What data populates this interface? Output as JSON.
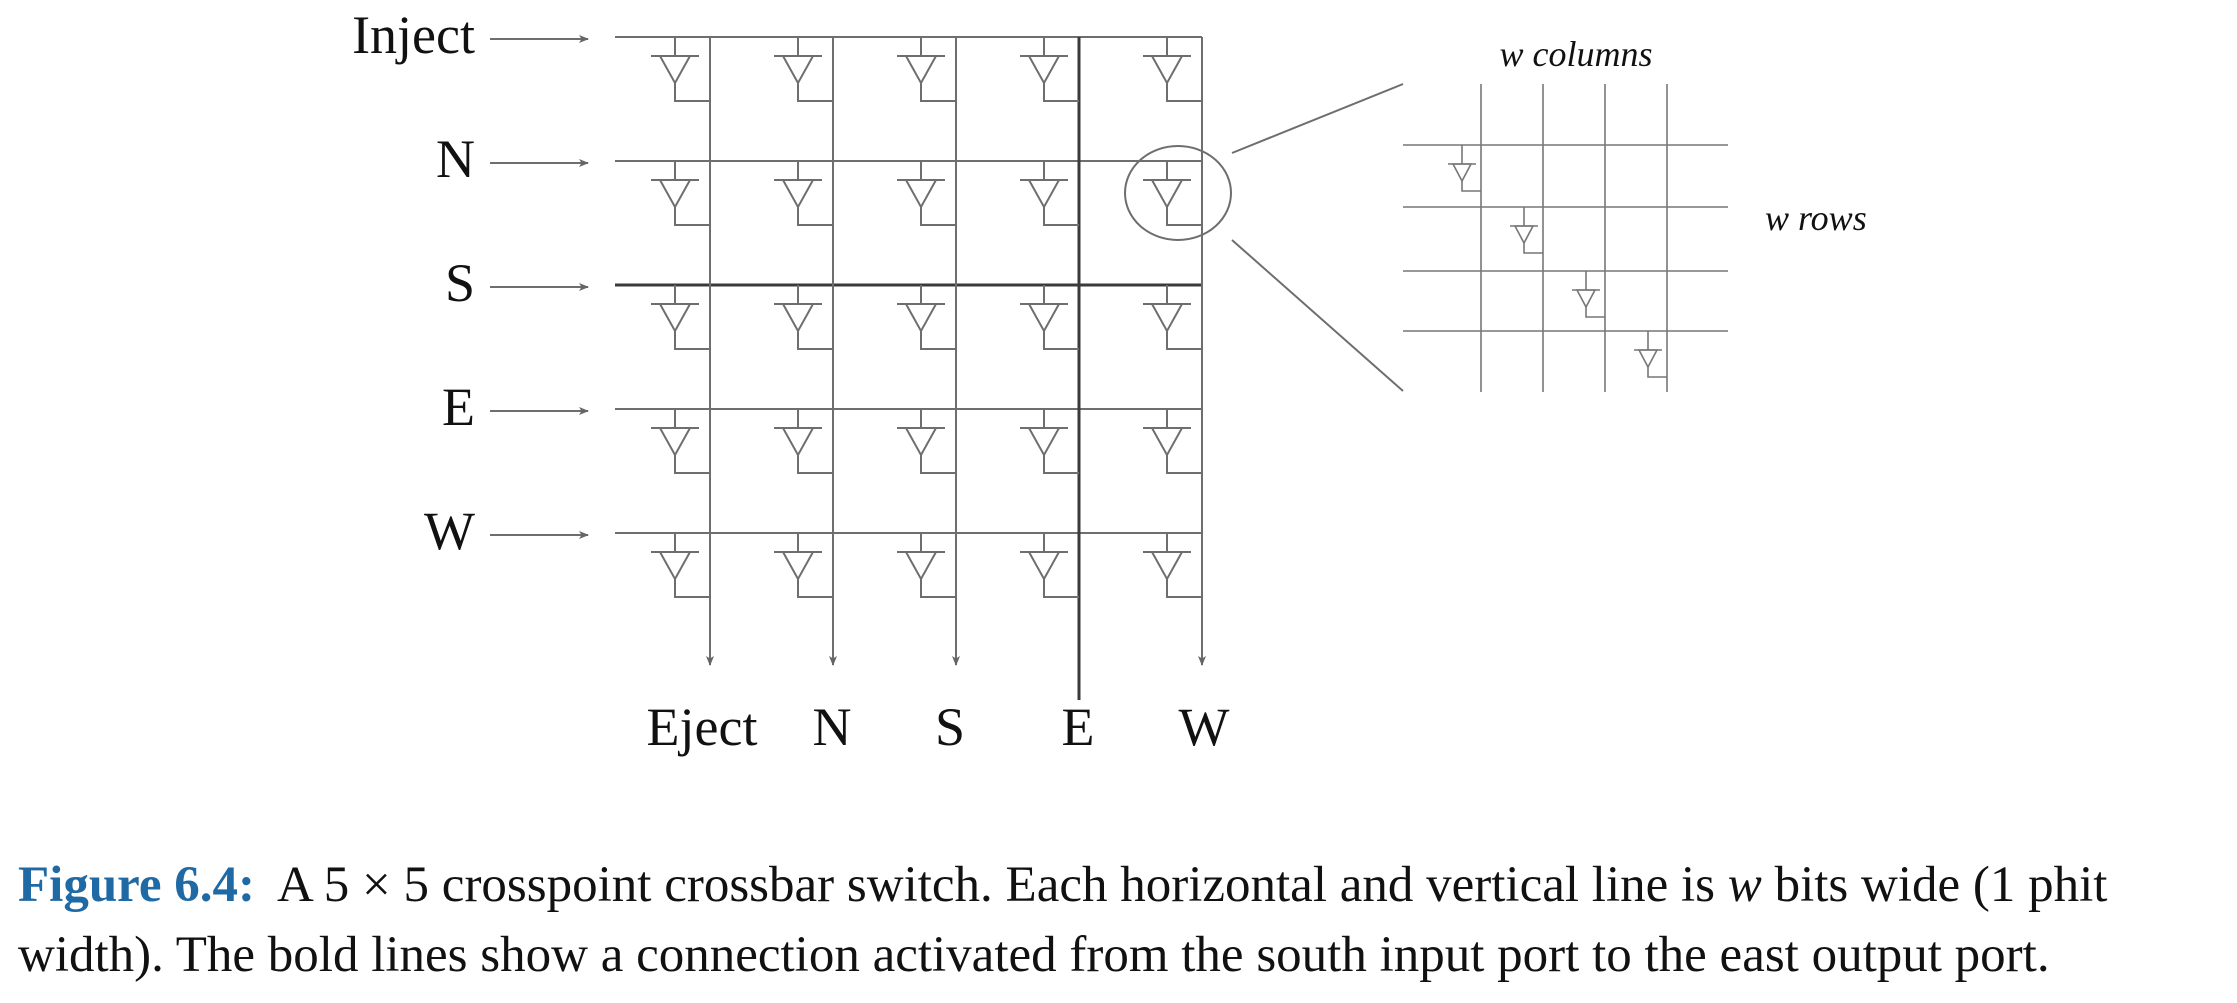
{
  "inputs": [
    "Inject",
    "N",
    "S",
    "E",
    "W"
  ],
  "outputs": [
    "Eject",
    "N",
    "S",
    "E",
    "W"
  ],
  "inset": {
    "columns_label": "w columns",
    "rows_label": "w rows"
  },
  "caption": {
    "figure_label": "Figure 6.4:",
    "text_before_var": "A 5 × 5 crosspoint crossbar switch. Each horizontal and vertical line is",
    "var": "w",
    "text_after_var": "bits wide (1 phit width). The bold lines show a connection activated from the south input port to the east output port."
  },
  "bold_connection": {
    "input": "S",
    "output": "E"
  },
  "colors": {
    "figure_label": "#1f6aa5",
    "lines": "#6e6e6e",
    "bold": "#3a3a3a"
  }
}
